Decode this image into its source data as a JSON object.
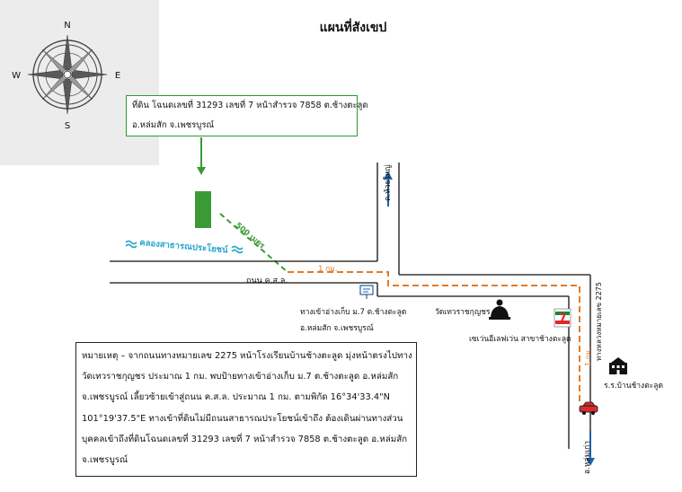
{
  "title": "แผนที่สังเขป",
  "compass": {
    "n": "N",
    "e": "E",
    "s": "S",
    "w": "W"
  },
  "parcel": {
    "line1": "ที่ดิน โฉนดเลขที่ 31293 เลขที่ 7 หน้าสำรวจ 7858 ต.ช้างตะลูด",
    "line2": "อ.หล่มสัก จ.เพชรบูรณ์"
  },
  "labels": {
    "distance_500m": "500 เมตร",
    "canal": "คลองสาธารณประโยชน์",
    "distance_1km_top": "1 กม.",
    "road_ksl": "ถนน ค.ส.ล.",
    "to_huai_yai": "ต.ห้วยใหญ่",
    "entrance_line1": "ทางเข้าอ่างเก็บ ม.7 ต.ช้างตะลูด",
    "entrance_line2": "อ.หล่มสัก จ.เพชรบูรณ์",
    "temple": "วัดเทวราชกุญชร",
    "seven_eleven": "เซเว่นอีเลฟเว่น สาขาช้างตะลูด",
    "highway_2275": "ทางหลวงหมายเลข 2275",
    "distance_1km_right": "1 กม.",
    "school": "ร.ร.บ้านช้างตะลูด",
    "to_lom_kao": "อ.หล่มเก่า"
  },
  "note": {
    "lines": [
      "หมายเหตุ – จากถนนทางหมายเลข 2275 หน้าโรงเรียนบ้านช้างตะลูด มุ่งหน้าตรงไปทาง",
      "วัดเทวราชกุญชร ประมาณ 1 กม. พบป้ายทางเข้าอ่างเก็บ ม.7 ต.ช้างตะลูด อ.หล่มสัก",
      "จ.เพชรบูรณ์ เลี้ยวซ้ายเข้าสู่ถนน ค.ส.ล. ประมาณ 1 กม. ตามพิกัด 16°34'33.4\"N",
      "101°19'37.5\"E ทางเข้าที่ดินไม่มีถนนสาธารณประโยชน์เข้าถึง ต้องเดินผ่านทางส่วน",
      "บุคคลเข้าถึงที่ดินโฉนดเลขที่ 31293 เลขที่ 7 หน้าสำรวจ 7858 ต.ช้างตะลูด อ.หล่มสัก",
      "จ.เพชรบูรณ์"
    ]
  },
  "colors": {
    "parcel_green": "#3c9a35",
    "route_orange": "#e07b2a",
    "road_black": "#111111",
    "arrow_blue": "#1f5fa8",
    "canal_cyan": "#21a7c9",
    "seven_green": "#0a8a3a",
    "seven_red": "#e3262b",
    "compass_gray": "#ececec"
  },
  "icons": [
    "compass-rose-icon",
    "down-arrow-icon",
    "sign-icon",
    "buddha-icon",
    "seven-eleven-icon",
    "school-icon",
    "car-icon",
    "up-arrow-icon"
  ]
}
